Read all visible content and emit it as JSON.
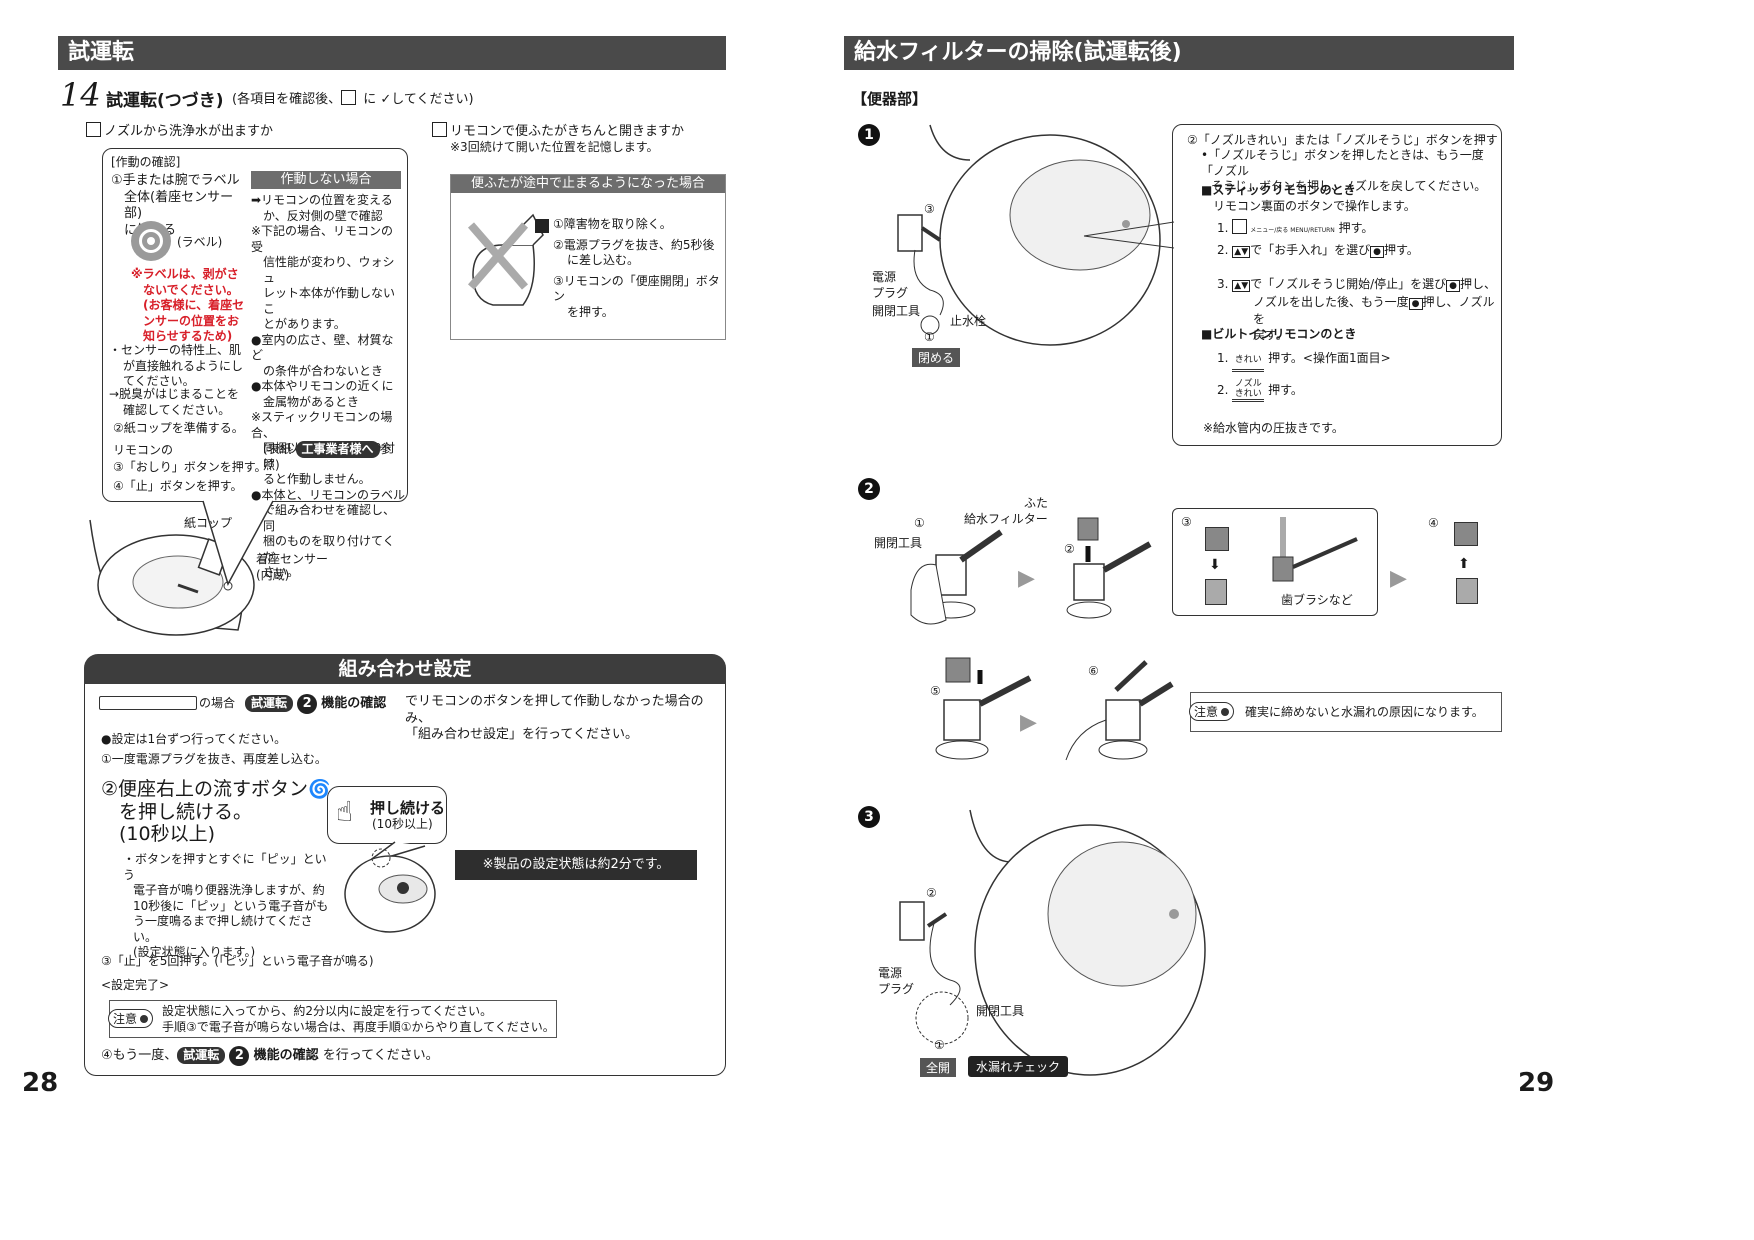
{
  "left": {
    "header": "試運転",
    "step_number": "14",
    "step_title": "試運転(つづき)",
    "step_note_pre": "(各項目を確認後、",
    "step_note_mid": " に ",
    "step_note_check": "✓",
    "step_note_post": "してください)",
    "check1": "ノズルから洗浄水が出ますか",
    "check2": "リモコンで便ふたがきちんと開きますか",
    "check2_note": "※3回続けて開いた位置を記憶します。",
    "op_box": {
      "title": "[作動の確認]",
      "step1": [
        "①手または腕でラベル",
        "全体(着座センサー部)",
        "に触れる"
      ],
      "label_caption": "(ラベル)",
      "warning": [
        "※ラベルは、剥がさ",
        "ないでください。",
        "(お客様に、着座セ",
        "ンサーの位置をお",
        "知らせするため)"
      ],
      "sensor_note": [
        "・センサーの特性上、肌",
        "が直接触れるようにし",
        "てください。"
      ],
      "deodor": [
        "→脱臭がはじまることを",
        "確認してください。"
      ],
      "step2": "②紙コップを準備する。",
      "remote": "リモコンの",
      "step3": "③「おしり」ボタンを押す。",
      "step4": "④「止」ボタンを押す。",
      "not_working_title": "作動しない場合",
      "not_working": [
        "➡リモコンの位置を変える",
        "か、反対側の壁で確認",
        "※下記の場合、リモコンの受",
        "信性能が変わり、ウォシュ",
        "レット本体が作動しないこ",
        "とがあります。",
        "●室内の広さ、壁、材質など",
        "の条件が合わないとき",
        "●本体やリモコンの近くに",
        "金属物があるとき",
        "※スティックリモコンの場合、",
        "同梱以外のものを取り付け",
        "ると作動しません。",
        "●本体と、リモコンのラベル",
        "で組み合わせを確認し、同",
        "梱のものを取り付けてくだ",
        "さい。"
      ],
      "ref_pre": "(表紙",
      "ref_pill": "工事業者様へ",
      "ref_post": "参照)"
    },
    "lid_box": {
      "title": "便ふたが途中で止まるようになった場合",
      "items": [
        "①障害物を取り除く。",
        "②電源プラグを抜き、約5秒後",
        "に差し込む。",
        "③リモコンの「便座開閉」ボタン",
        "を押す。"
      ]
    },
    "illus_labels": {
      "cup": "紙コップ",
      "sensor1": "着座センサー",
      "sensor2": "(内蔵)"
    },
    "combo": {
      "header": "組み合わせ設定",
      "intro_a": "の場合",
      "intro_pill": "試運転",
      "intro_num": "2",
      "intro_b": "機能の確認",
      "intro_c": "でリモコンのボタンを押して作動しなかった場合のみ、",
      "intro_d": "「組み合わせ設定」を行ってください。",
      "bullet": "●設定は1台ずつ行ってください。",
      "s1": "①一度電源プラグを抜き、再度差し込む。",
      "s2a": "②便座右上の流すボタン",
      "s2b": "を押し続ける。",
      "s2c": "(10秒以上)",
      "bubble1": "押し続ける",
      "bubble2": "(10秒以上)",
      "note": [
        "・ボタンを押すとすぐに「ピッ」という",
        "電子音が鳴り便器洗浄しますが、約",
        "10秒後に「ピッ」という電子音がも",
        "う一度鳴るまで押し続けてください。",
        "(設定状態に入ります。)"
      ],
      "black_box": "※製品の設定状態は約2分です。",
      "s3": "③「止」を5回押す。(「ピッ」という電子音が鳴る)",
      "done": "<設定完了>",
      "caution_label": "注意",
      "caution": [
        "設定状態に入ってから、約2分以内に設定を行ってください。",
        "手順③で電子音が鳴らない場合は、再度手順①からやり直してください。"
      ],
      "s4a": "④もう一度、",
      "s4pill": "試運転",
      "s4num": "2",
      "s4b": "機能の確認",
      "s4c": "を行ってください。"
    },
    "page_number": "28"
  },
  "right": {
    "header": "給水フィルターの掃除(試運転後)",
    "section": "【便器部】",
    "step_nums": [
      "1",
      "2",
      "3"
    ],
    "s1_labels": {
      "n3": "③",
      "plug": [
        "電源",
        "プラグ"
      ],
      "tool": "開閉工具",
      "valve": "止水栓",
      "n1": "①",
      "close": "閉める"
    },
    "info_box": {
      "l1": "②「ノズルきれい」または「ノズルそうじ」ボタンを押す",
      "l2": [
        "•「ノズルそうじ」ボタンを押したときは、もう一度「ノズル",
        "そうじ」ボタンを押し、ノズルを戻してください。"
      ],
      "stick_title": "■スティックリモコンのとき",
      "stick_sub": "リモコン裏面のボタンで操作します。",
      "stick1": "押す。",
      "stick1_btn": "メニュー/戻る MENU/RETURN",
      "stick2": "で「お手入れ」を選び",
      "stick2b": "押す。",
      "stick3": [
        "で「ノズルそうじ開始/停止」を選び",
        "押し、",
        "ノズルを出した後、もう一度",
        "押し、ノズルを",
        "戻す。"
      ],
      "builtin_title": "■ビルトインリモコンのとき",
      "b1_btn": "きれい",
      "b1": "押す。<操作面1面目>",
      "b2_btn1": "ノズル",
      "b2_btn2": "きれい",
      "b2": "押す。",
      "note": "※給水管内の圧抜きです。",
      "nums": [
        "1.",
        "2.",
        "3.",
        "1.",
        "2."
      ]
    },
    "s2_labels": {
      "n1": "①",
      "tool": "開閉工具",
      "filter": "給水フィルター",
      "lid": "ふた",
      "n2": "②",
      "n3": "③",
      "n4": "④",
      "brush": "歯ブラシなど",
      "n5": "⑤",
      "n6": "⑥"
    },
    "s2_caution_label": "注意",
    "s2_caution": "確実に締めないと水漏れの原因になります。",
    "s3_labels": {
      "n2": "②",
      "plug": [
        "電源",
        "プラグ"
      ],
      "tool": "開閉工具",
      "n1": "①",
      "open": "全開",
      "leak": "水漏れチェック"
    },
    "page_number": "29"
  }
}
